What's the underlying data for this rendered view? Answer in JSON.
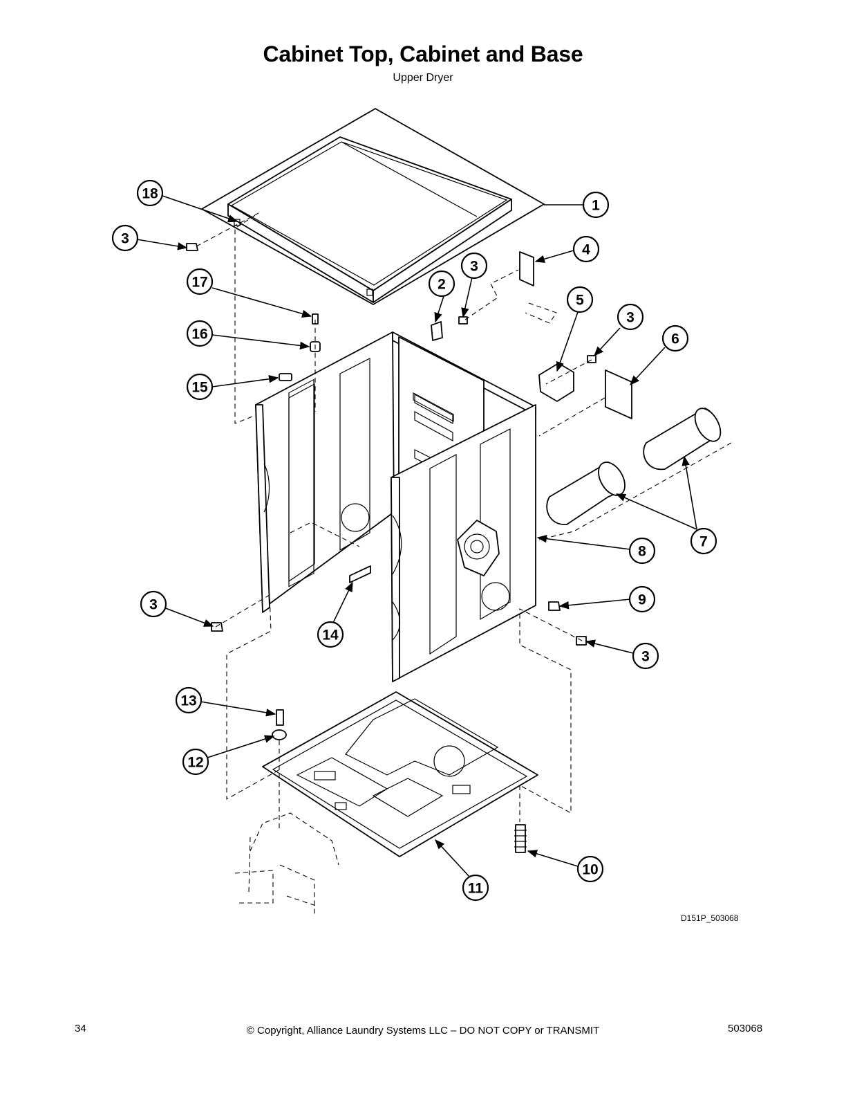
{
  "header": {
    "title": "Cabinet Top, Cabinet and Base",
    "subtitle": "Upper Dryer"
  },
  "diagram": {
    "callouts": [
      "1",
      "2",
      "3",
      "4",
      "5",
      "6",
      "7",
      "8",
      "9",
      "10",
      "11",
      "12",
      "13",
      "14",
      "15",
      "16",
      "17",
      "18"
    ],
    "figure_code": "D151P_503068"
  },
  "footer": {
    "page_number": "34",
    "copyright": "© Copyright, Alliance Laundry Systems LLC – DO NOT COPY or TRANSMIT",
    "document_number": "503068"
  }
}
